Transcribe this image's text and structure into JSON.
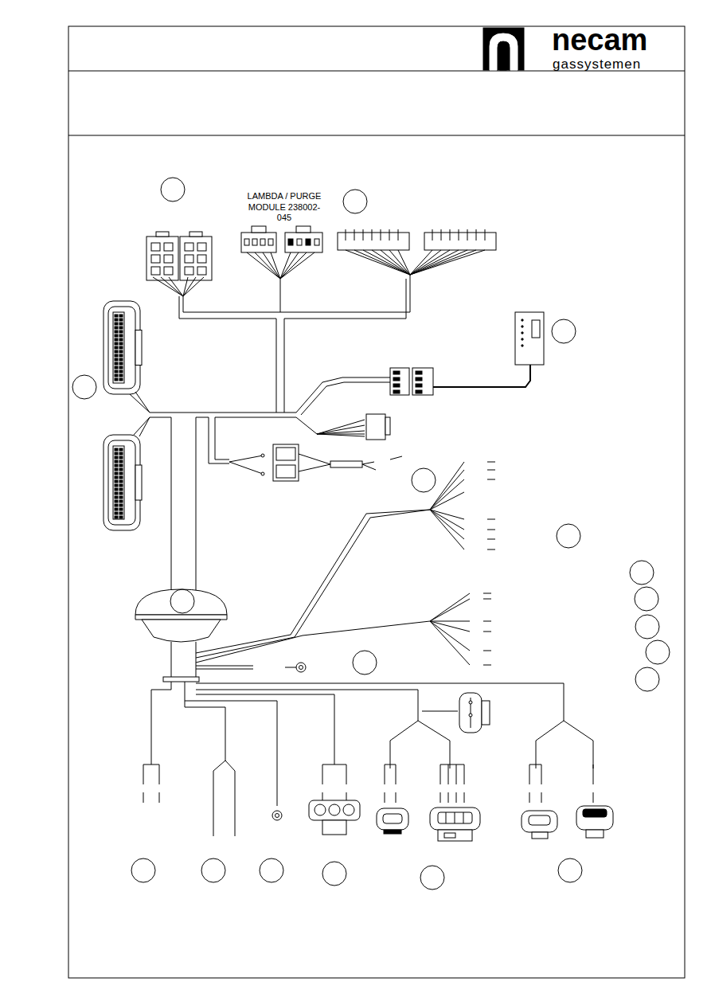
{
  "diagram": {
    "nodes": [
      {
        "text": [
          "LAMBDA / PURGE MODULE 238002-045"
        ]
      }
    ],
    "labels": [
      "necam",
      "gassystemen"
    ]
  }
}
